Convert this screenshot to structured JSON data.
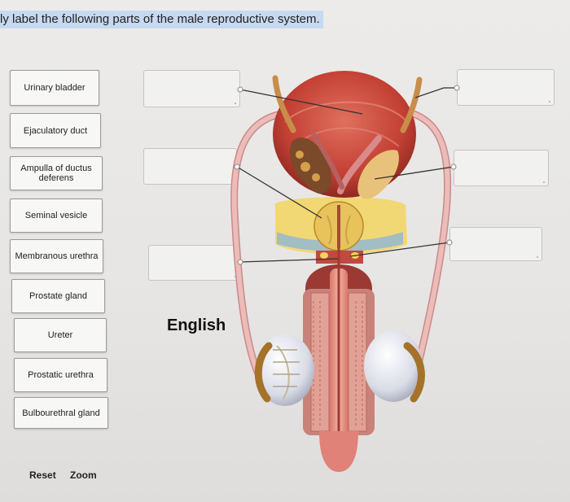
{
  "instruction": "ly label the following parts of the male reproductive system.",
  "labels": [
    "Urinary bladder",
    "Ejaculatory duct",
    "Ampulla of ductus deferens",
    "Seminal vesicle",
    "Membranous urethra",
    "Prostate gland",
    "Ureter",
    "Prostatic urethra",
    "Bulbourethral gland"
  ],
  "language_label": "English",
  "footer": {
    "reset": "Reset",
    "zoom": "Zoom"
  },
  "colors": {
    "highlight": "#c6d9f0",
    "bladder": "#c94a3c",
    "tube": "#e7a3a0",
    "fat": "#f0d87a"
  }
}
